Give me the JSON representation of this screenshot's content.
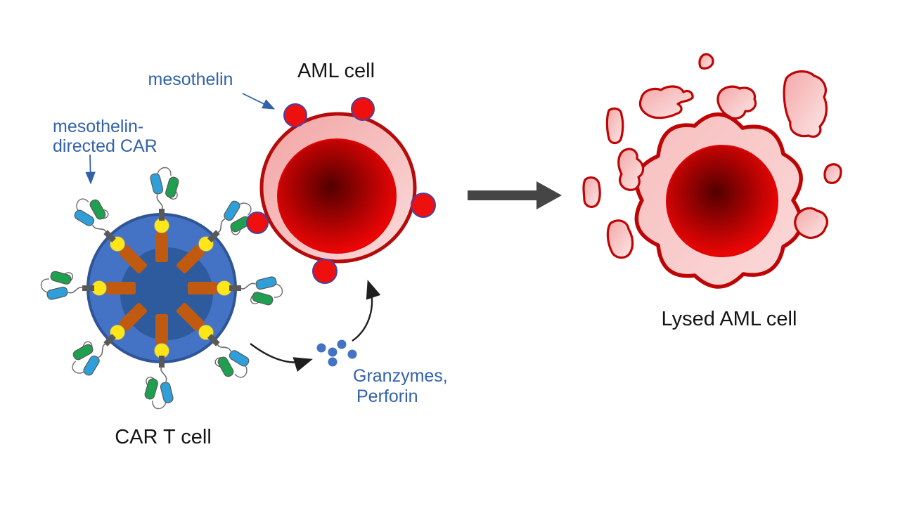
{
  "diagram": {
    "labels": {
      "mesothelin": "mesothelin",
      "aml_cell": "AML cell",
      "car_line1": "mesothelin-",
      "car_line2": "directed CAR",
      "granzymes_line1": "Granzymes,",
      "granzymes_line2": "Perforin",
      "car_t_cell": "CAR T cell",
      "lysed_aml_cell": "Lysed AML cell"
    },
    "colors": {
      "t-cell-body": "#4472C4",
      "t-cell-border": "#2F5597",
      "t-cell-nucleus": "#2E5B9D",
      "car-costim-domain": "#C05A11",
      "car-signal-domain": "#FFE617",
      "car-stub-gray": "#595959",
      "scfv-vh-cyan": "#2E9FD9",
      "scfv-vl-green": "#1FA050",
      "domain-stroke": "#595959",
      "mesothelin-red": "#EE0F0F",
      "mesothelin-stroke": "#4444A8",
      "aml-border": "#B50B0B",
      "aml-outer-1": "#F2A3A3",
      "aml-outer-2": "#FBDCDC",
      "red-core-dark": "#520000",
      "red-core-mid": "#B80303",
      "red-core-bright": "#F90606",
      "label-blue": "#3262AA",
      "text-black": "#141414",
      "big-arrow-gray": "#454545",
      "curved-arrow-black": "#1F1F1F",
      "granzyme-blue": "#4472C4",
      "lysed-border": "#BE0404",
      "lysed-fill-1": "#F7BEBE",
      "lysed-fill-2": "#FBD9D9",
      "frag-fill-1": "#F3A8A8",
      "frag-fill-2": "#FDE6E6"
    }
  }
}
